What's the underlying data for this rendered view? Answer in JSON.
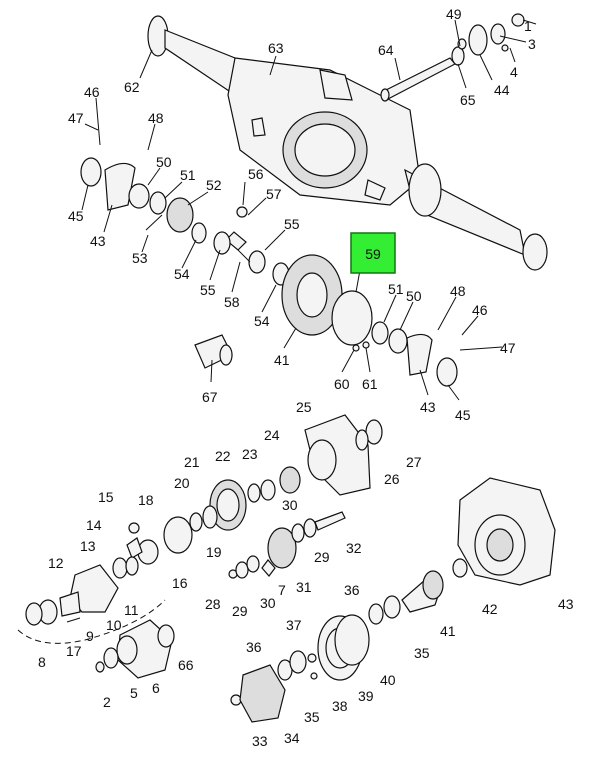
{
  "callouts": [
    {
      "id": "c1",
      "label": "1"
    },
    {
      "id": "c2",
      "label": "2"
    },
    {
      "id": "c3",
      "label": "3"
    },
    {
      "id": "c4",
      "label": "4"
    },
    {
      "id": "c5",
      "label": "5"
    },
    {
      "id": "c6",
      "label": "6"
    },
    {
      "id": "c7",
      "label": "7"
    },
    {
      "id": "c8",
      "label": "8"
    },
    {
      "id": "c9",
      "label": "9"
    },
    {
      "id": "c10",
      "label": "10"
    },
    {
      "id": "c11",
      "label": "11"
    },
    {
      "id": "c12",
      "label": "12"
    },
    {
      "id": "c13",
      "label": "13"
    },
    {
      "id": "c14",
      "label": "14"
    },
    {
      "id": "c15",
      "label": "15"
    },
    {
      "id": "c16",
      "label": "16"
    },
    {
      "id": "c17",
      "label": "17"
    },
    {
      "id": "c18",
      "label": "18"
    },
    {
      "id": "c19",
      "label": "19"
    },
    {
      "id": "c20",
      "label": "20"
    },
    {
      "id": "c21",
      "label": "21"
    },
    {
      "id": "c22",
      "label": "22"
    },
    {
      "id": "c23",
      "label": "23"
    },
    {
      "id": "c24",
      "label": "24"
    },
    {
      "id": "c25",
      "label": "25"
    },
    {
      "id": "c26",
      "label": "26"
    },
    {
      "id": "c27",
      "label": "27"
    },
    {
      "id": "c28",
      "label": "28"
    },
    {
      "id": "c29a",
      "label": "29"
    },
    {
      "id": "c29b",
      "label": "29"
    },
    {
      "id": "c30a",
      "label": "30"
    },
    {
      "id": "c30b",
      "label": "30"
    },
    {
      "id": "c31",
      "label": "31"
    },
    {
      "id": "c32",
      "label": "32"
    },
    {
      "id": "c33",
      "label": "33"
    },
    {
      "id": "c34",
      "label": "34"
    },
    {
      "id": "c35a",
      "label": "35"
    },
    {
      "id": "c35b",
      "label": "35"
    },
    {
      "id": "c36a",
      "label": "36"
    },
    {
      "id": "c36b",
      "label": "36"
    },
    {
      "id": "c37",
      "label": "37"
    },
    {
      "id": "c38",
      "label": "38"
    },
    {
      "id": "c39",
      "label": "39"
    },
    {
      "id": "c40",
      "label": "40"
    },
    {
      "id": "c41a",
      "label": "41"
    },
    {
      "id": "c41b",
      "label": "41"
    },
    {
      "id": "c42",
      "label": "42"
    },
    {
      "id": "c43a",
      "label": "43"
    },
    {
      "id": "c43b",
      "label": "43"
    },
    {
      "id": "c43c",
      "label": "43"
    },
    {
      "id": "c44",
      "label": "44"
    },
    {
      "id": "c45a",
      "label": "45"
    },
    {
      "id": "c45b",
      "label": "45"
    },
    {
      "id": "c46a",
      "label": "46"
    },
    {
      "id": "c46b",
      "label": "46"
    },
    {
      "id": "c47a",
      "label": "47"
    },
    {
      "id": "c47b",
      "label": "47"
    },
    {
      "id": "c48a",
      "label": "48"
    },
    {
      "id": "c48b",
      "label": "48"
    },
    {
      "id": "c49",
      "label": "49"
    },
    {
      "id": "c50a",
      "label": "50"
    },
    {
      "id": "c50b",
      "label": "50"
    },
    {
      "id": "c51a",
      "label": "51"
    },
    {
      "id": "c51b",
      "label": "51"
    },
    {
      "id": "c52",
      "label": "52"
    },
    {
      "id": "c53",
      "label": "53"
    },
    {
      "id": "c54a",
      "label": "54"
    },
    {
      "id": "c54b",
      "label": "54"
    },
    {
      "id": "c55a",
      "label": "55"
    },
    {
      "id": "c55b",
      "label": "55"
    },
    {
      "id": "c56",
      "label": "56"
    },
    {
      "id": "c57",
      "label": "57"
    },
    {
      "id": "c58",
      "label": "58"
    },
    {
      "id": "c60",
      "label": "60"
    },
    {
      "id": "c61",
      "label": "61"
    },
    {
      "id": "c62",
      "label": "62"
    },
    {
      "id": "c63",
      "label": "63"
    },
    {
      "id": "c64",
      "label": "64"
    },
    {
      "id": "c65",
      "label": "65"
    },
    {
      "id": "c66",
      "label": "66"
    },
    {
      "id": "c67",
      "label": "67"
    }
  ],
  "highlight": {
    "label": "59",
    "color": "#33ee33"
  }
}
